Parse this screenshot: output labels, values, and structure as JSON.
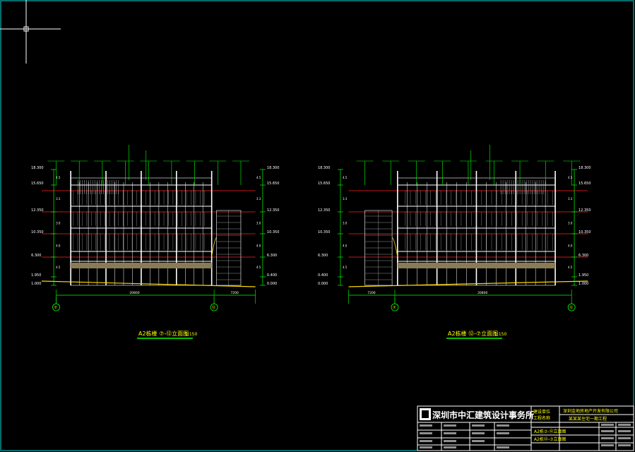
{
  "colors": {
    "background": "#000000",
    "frame": "#00d7d7",
    "dimension": "#00ff00",
    "level_line": "#ff2020",
    "building": "#ffffff",
    "ground": "#ffd700",
    "label": "#ffff00",
    "leader": "#00ff00",
    "grid_bubble": "#00ff00"
  },
  "left_elevation": {
    "title": "A2栋楼 ⑦-⑫立面图",
    "scale": "1:150",
    "axis_left": "⑦",
    "axis_right": "⑫",
    "overall_dim": "20800",
    "side_dim": "7200",
    "levels_left": [
      "18.300",
      "15.650",
      "12.350",
      "10.350",
      "6.300",
      "1.950",
      "1.000"
    ],
    "levels_right": [
      "18.300",
      "15.650",
      "12.350",
      "10.350",
      "6.300",
      "0.400",
      "0.000"
    ],
    "story_dims": [
      "4.5",
      "3.3",
      "3.0",
      "4.0",
      "4.5"
    ]
  },
  "right_elevation": {
    "title": "A2栋楼 ⑫-⑦立面图",
    "scale": "1:150",
    "axis_left": "⑫",
    "axis_right": "⑦",
    "overall_dim": "20800",
    "side_dim": "7200",
    "levels_left": [
      "18.300",
      "15.650",
      "12.350",
      "10.350",
      "6.300",
      "0.400",
      "0.000"
    ],
    "levels_right": [
      "18.300",
      "15.650",
      "12.350",
      "10.350",
      "6.300",
      "1.950",
      "1.000"
    ],
    "story_dims": [
      "4.5",
      "3.3",
      "3.0",
      "4.0",
      "4.5"
    ]
  },
  "title_block": {
    "firm": "深圳市中汇建筑设计事务所",
    "project_label": "建设单位",
    "work_label": "工程名称",
    "client": "深圳金地房地产开发有限公司",
    "project_name": "某某某住宅一期工程",
    "drawing_1": "A2栋⑦-⑫立面图",
    "drawing_2": "A2栋⑫-⑦立面图"
  }
}
